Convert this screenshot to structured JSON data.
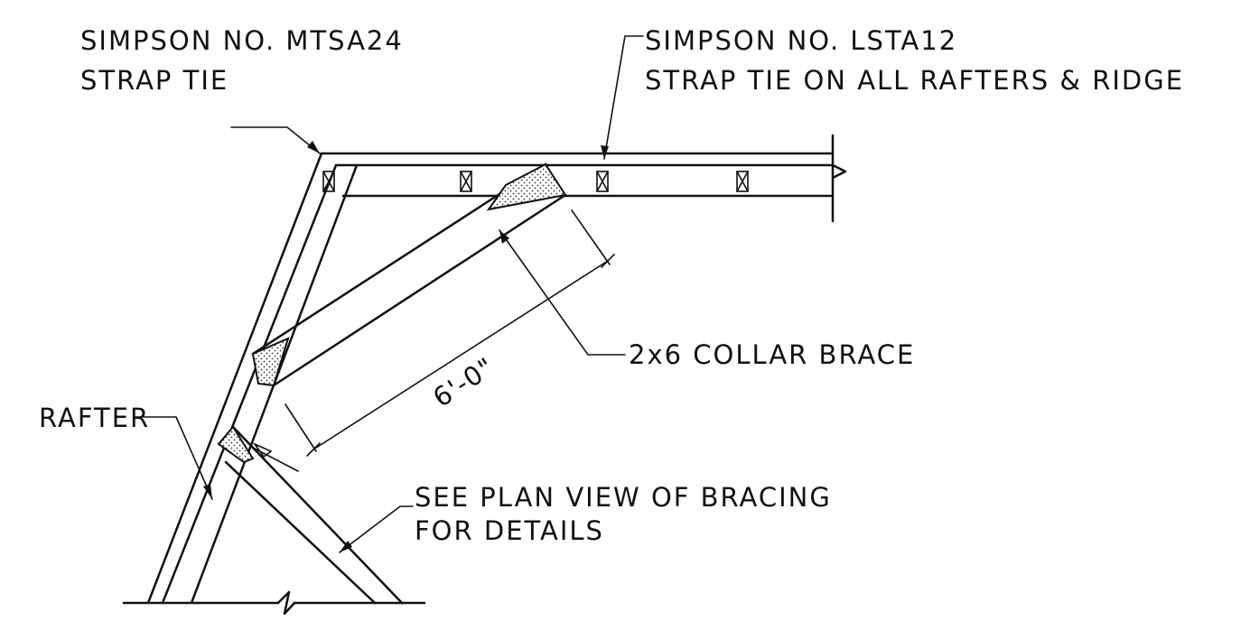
{
  "labels": {
    "mtsa_line1": "SIMPSON NO. MTSA24",
    "mtsa_line2": "STRAP TIE",
    "lsta_line1": "SIMPSON NO. LSTA12",
    "lsta_line2": "STRAP TIE ON ALL RAFTERS & RIDGE",
    "collar": "2x6 COLLAR BRACE",
    "rafter": "RAFTER",
    "bracing_line1": "SEE PLAN VIEW OF BRACING",
    "bracing_line2": "FOR DETAILS",
    "dimension": "6'-0\""
  },
  "colors": {
    "ink": "#111111",
    "background": "#ffffff"
  }
}
